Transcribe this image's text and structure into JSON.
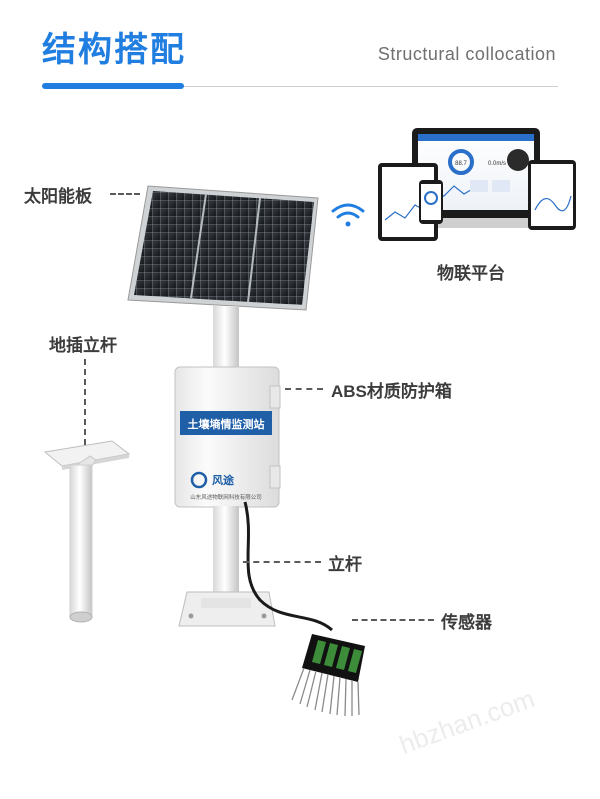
{
  "header": {
    "title": "结构搭配",
    "subtitle": "Structural collocation"
  },
  "callouts": {
    "solar_panel": "太阳能板",
    "iot_platform": "物联平台",
    "ground_pole": "地插立杆",
    "abs_box": "ABS材质防护箱",
    "pole": "立杆",
    "sensor": "传感器"
  },
  "enclosure": {
    "label_plate": "土壤墒情监测站",
    "logo_text": "风途",
    "company_line": "山东风途物联网科技有限公司"
  },
  "dashboard": {
    "gauge_value": "88.7",
    "wind_value": "0.0m/s"
  },
  "watermark": "hbzhan.com",
  "colors": {
    "accent": "#1f7ee0",
    "label_text": "#3c3c3c",
    "panel_blue": "#1e5fa8"
  },
  "icons": {
    "wifi": "wifi-icon"
  }
}
